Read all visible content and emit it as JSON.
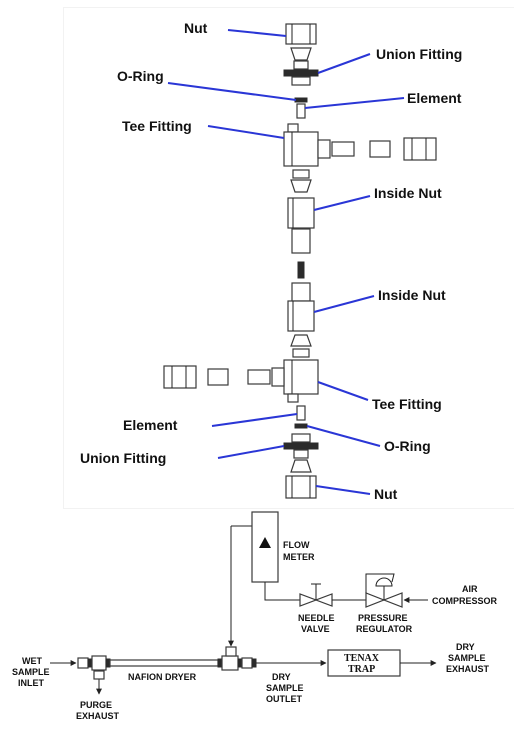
{
  "exploded_view": {
    "labels": {
      "nut_top": "Nut",
      "union_fitting_top": "Union Fitting",
      "o_ring_top": "O-Ring",
      "element_top": "Element",
      "tee_fitting_top": "Tee Fitting",
      "inside_nut_top": "Inside Nut",
      "inside_nut_bottom": "Inside Nut",
      "tee_fitting_bottom": "Tee Fitting",
      "element_bottom": "Element",
      "o_ring_bottom": "O-Ring",
      "union_fitting_bottom": "Union Fitting",
      "nut_bottom": "Nut"
    },
    "colors": {
      "leader_lines": "#2a36d6",
      "parts": "#3a3a3a"
    }
  },
  "schematic": {
    "labels": {
      "flow_meter_1": "FLOW",
      "flow_meter_2": "METER",
      "air_compressor_1": "AIR",
      "air_compressor_2": "COMPRESSOR",
      "needle_valve_1": "NEEDLE",
      "needle_valve_2": "VALVE",
      "pressure_regulator_1": "PRESSURE",
      "pressure_regulator_2": "REGULATOR",
      "wet_inlet_1": "WET",
      "wet_inlet_2": "SAMPLE",
      "wet_inlet_3": "INLET",
      "nafion_dryer": "NAFION DRYER",
      "dry_outlet_1": "DRY",
      "dry_outlet_2": "SAMPLE",
      "dry_outlet_3": "OUTLET",
      "tenax_trap_1": "TENAX",
      "tenax_trap_2": "TRAP",
      "dry_exhaust_1": "DRY",
      "dry_exhaust_2": "SAMPLE",
      "dry_exhaust_3": "EXHAUST",
      "purge_exhaust_1": "PURGE",
      "purge_exhaust_2": "EXHAUST"
    }
  }
}
